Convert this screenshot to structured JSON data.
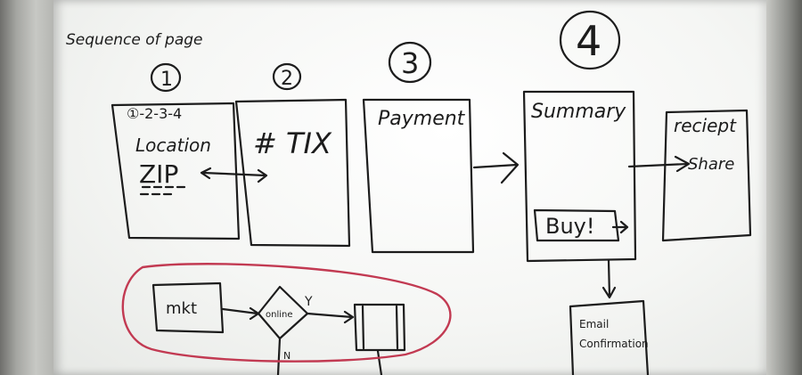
{
  "whiteboard": {
    "title": "Sequence of page",
    "steps": [
      {
        "number": "1",
        "lines": [
          "①-2-3-4",
          "Location",
          "ZIP"
        ]
      },
      {
        "number": "2",
        "lines": [
          "# TIX"
        ]
      },
      {
        "number": "3",
        "lines": [
          "Payment"
        ]
      },
      {
        "number": "4",
        "lines": [
          "Summary",
          "Buy!"
        ]
      },
      {
        "lines": [
          "reciept",
          "Share"
        ]
      }
    ],
    "email_box": [
      "Email",
      "Confirmation"
    ],
    "flow": {
      "box1": "mkt",
      "decision": "online",
      "yes": "Y",
      "no": "N"
    }
  },
  "colors": {
    "ink": "#1c1c1c",
    "marker_red": "#c23a52",
    "board": "#f3f4f2"
  }
}
